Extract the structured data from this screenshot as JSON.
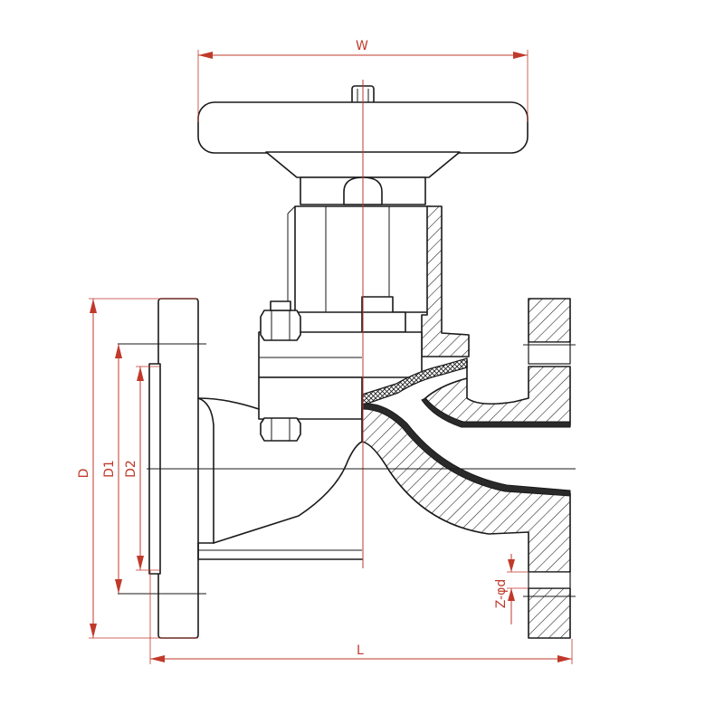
{
  "dimensions": {
    "W": "W",
    "D": "D",
    "D1": "D1",
    "D2": "D2",
    "L": "L",
    "holes": "Z-φd"
  },
  "colors": {
    "dimension": "#c0392b",
    "line": "#1a1a1a"
  }
}
